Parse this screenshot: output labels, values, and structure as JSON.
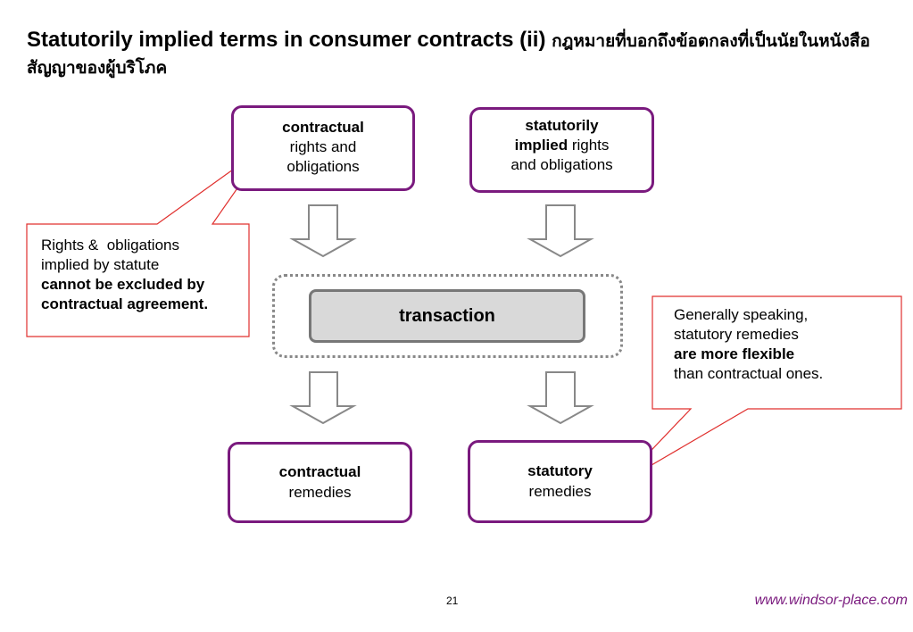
{
  "title": {
    "english": "Statutorily implied terms in consumer contracts (ii)",
    "thai": "กฎหมายที่บอกถึงข้อตกลงที่เป็นนัยในหนังสือสัญญาของผู้บริโภค"
  },
  "boxes": {
    "contractual_rights": {
      "bold": "contractual",
      "rest_line1": "rights and",
      "rest_line2": "obligations"
    },
    "statutory_rights": {
      "bold_line1": "statutorily",
      "bold_line2": "implied",
      "rest_line2": " rights",
      "rest_line3": "and obligations"
    },
    "transaction": "transaction",
    "contractual_remedies": {
      "bold": "contractual",
      "rest": "remedies"
    },
    "statutory_remedies": {
      "bold": "statutory",
      "rest": "remedies"
    }
  },
  "callouts": {
    "left": {
      "line1": "Rights &  obligations",
      "line2": "implied by statute",
      "bold_line3": "cannot be excluded by",
      "bold_line4": "contractual agreement."
    },
    "right": {
      "line1": "Generally speaking,",
      "line2": "statutory remedies",
      "bold_line3": "are more flexible",
      "line4": "than contractual ones."
    }
  },
  "colors": {
    "accent": "#7a1a7e",
    "callout_border": "#e0302e",
    "arrow": "#888888",
    "transaction_fill": "#d9d9d9"
  },
  "footer": {
    "page_number": "21",
    "website": "www.windsor-place.com"
  }
}
